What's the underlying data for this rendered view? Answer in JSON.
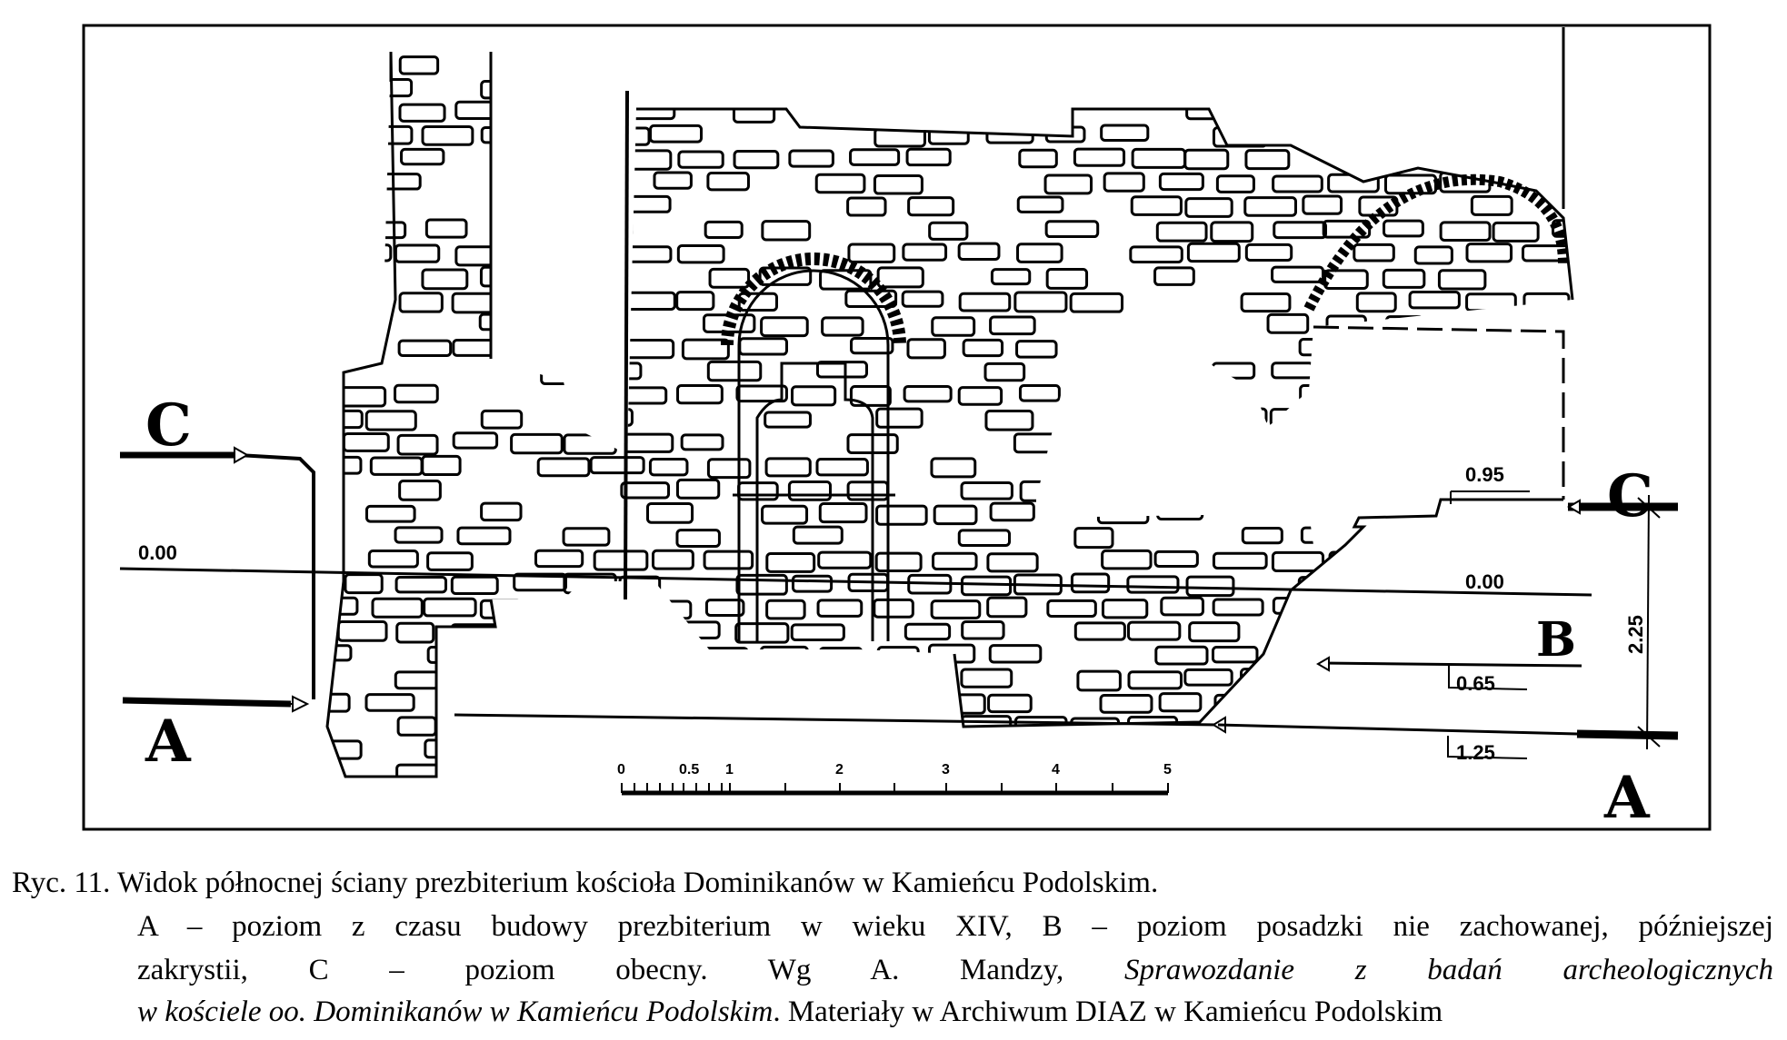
{
  "figure": {
    "level_labels": {
      "c_left": "C",
      "a_left": "A",
      "c_right": "C",
      "a_right": "A",
      "b_right": "B"
    },
    "dimensions": {
      "zero_left": "0.00",
      "zero_right": "0.00",
      "c_level": "0.95",
      "b_level": "0.65",
      "a_level": "1.25",
      "total_height": "2.25"
    },
    "scale_bar": {
      "labels": [
        "0",
        "0.5",
        "1",
        "2",
        "3",
        "4",
        "5"
      ]
    }
  },
  "caption": {
    "line1": "Ryc. 11. Widok północnej ściany prezbiterium kościoła Dominikanów w Kamieńcu Podolskim.",
    "line2": "A – poziom z czasu budowy prezbiterium w wieku XIV, B – poziom posadzki nie zachowanej, późniejszej",
    "line3_plain": "zakrystii, C – poziom obecny. Wg A. Mandzy,",
    "line3_italic": "Sprawozdanie z badań archeologicznych",
    "line4_italic": "w kościele oo. Dominikanów w Kamieńcu Podolskim",
    "line4_plain": ". Materiały w Archiwum DIAZ w Kamieńcu Podolskim"
  }
}
